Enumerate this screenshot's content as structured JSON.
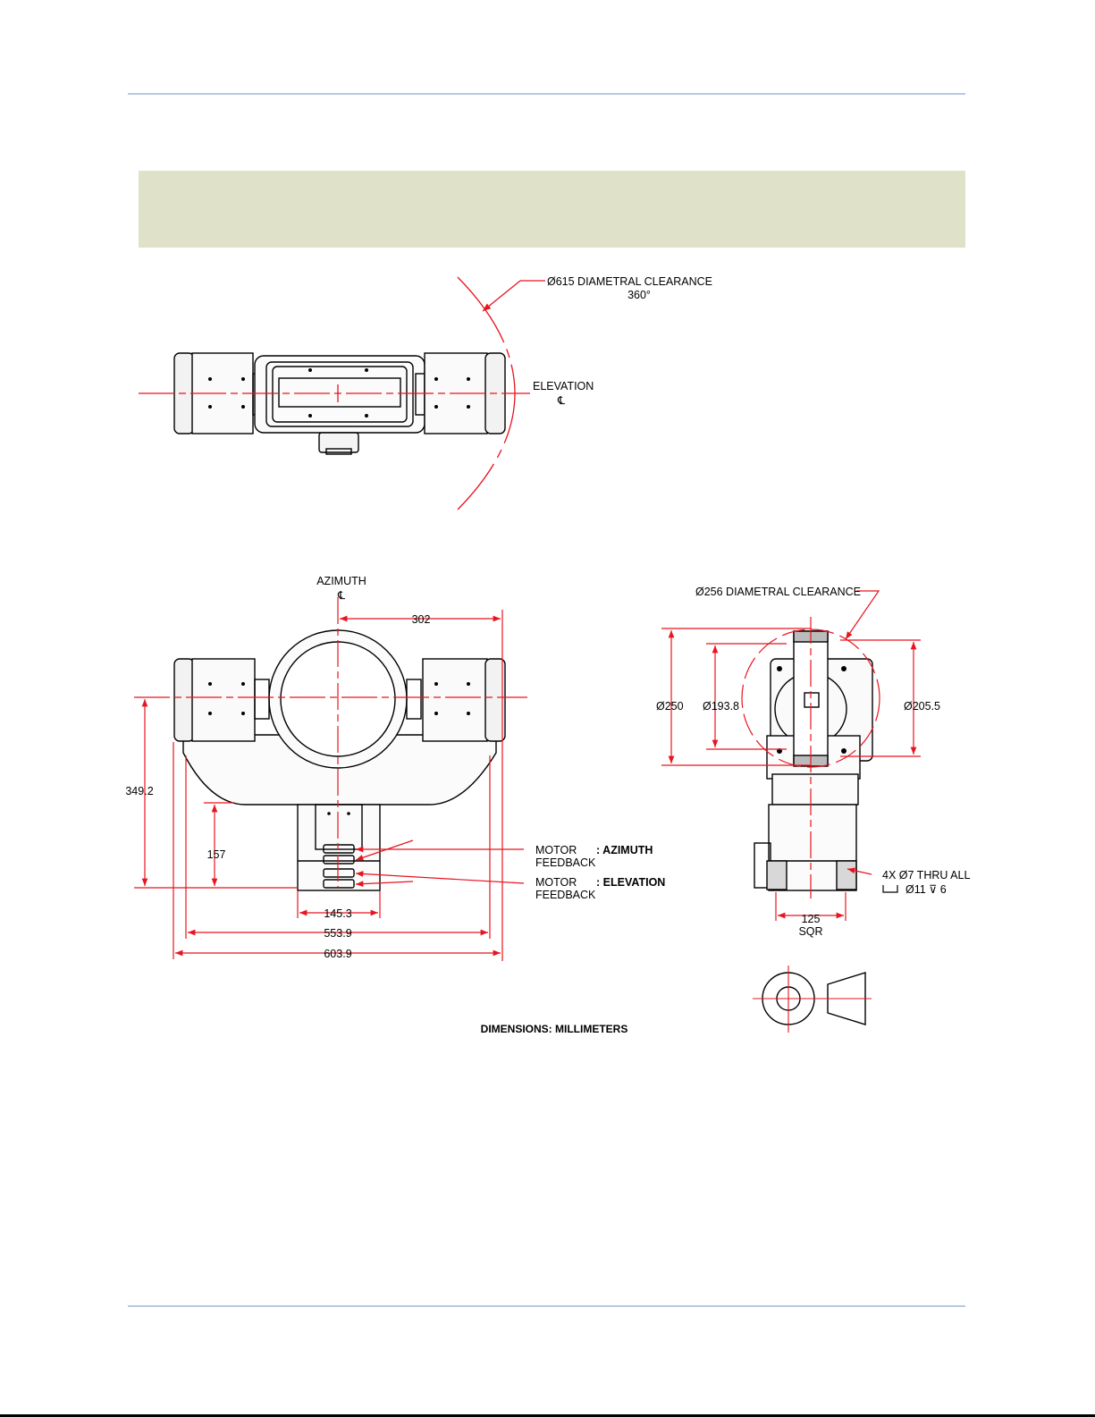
{
  "header": {
    "banner_text": ""
  },
  "labels": {
    "clearance_615": "Ø615 DIAMETRAL CLEARANCE",
    "clearance_615_sub": "360°",
    "elevation": "ELEVATION",
    "centerline": "℄",
    "azimuth": "AZIMUTH",
    "clearance_256": "Ø256 DIAMETRAL CLEARANCE",
    "motor": "MOTOR",
    "feedback": "FEEDBACK",
    "azimuth_bold": ": AZIMUTH",
    "elevation_bold": ": ELEVATION",
    "hole_spec_1": "4X Ø7 THRU ALL",
    "hole_spec_2": "Ø11 ⊽ 6",
    "sqr": "SQR",
    "units": "DIMENSIONS: MILLIMETERS"
  },
  "dimensions": {
    "d302": "302",
    "d349_2": "349.2",
    "d157": "157",
    "d145_3": "145.3",
    "d553_9": "553.9",
    "d603_9": "603.9",
    "d125": "125",
    "d250": "Ø250",
    "d193_8": "Ø193.8",
    "d205_5": "Ø205.5"
  },
  "colors": {
    "dimension_red": "#e8141f",
    "rule_blue": "#b8c9e0",
    "banner": "#dfe2c8"
  }
}
